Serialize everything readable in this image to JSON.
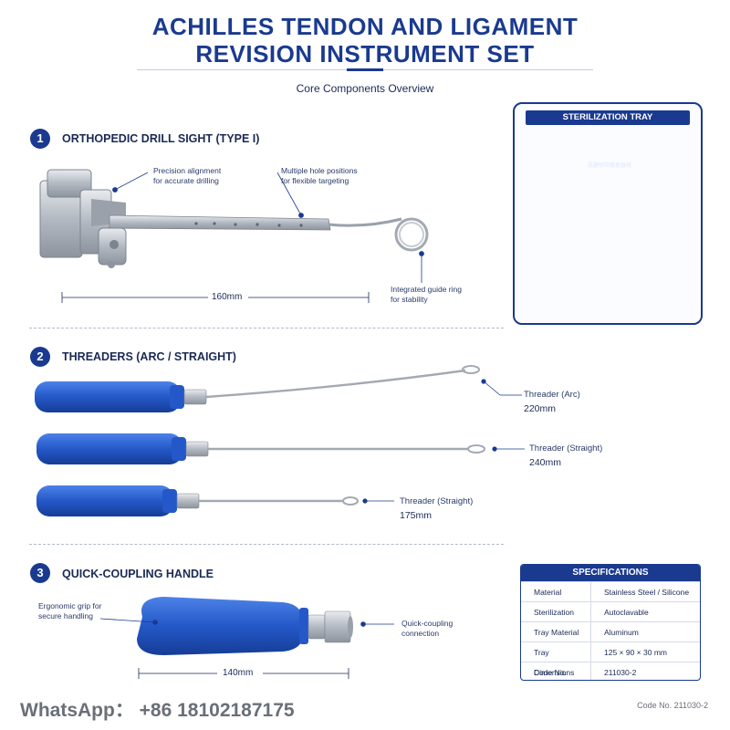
{
  "header": {
    "title_line1": "ACHILLES TENDON AND LIGAMENT",
    "title_line2": "REVISION INSTRUMENT SET",
    "subtitle": "Core Components Overview"
  },
  "sections": [
    {
      "number": "1",
      "title": "ORTHOPEDIC DRILL SIGHT (TYPE I)"
    },
    {
      "number": "2",
      "title": "THREADERS (ARC / STRAIGHT)"
    },
    {
      "number": "3",
      "title": "QUICK-COUPLING HANDLE"
    }
  ],
  "drill_sight": {
    "callout_alignment": "Precision alignment\nfor accurate drilling",
    "callout_holes": "Multiple hole positions\nfor flexible targeting",
    "callout_ring": "Integrated guide ring\nfor stability",
    "dimension": "160mm"
  },
  "threaders": [
    {
      "name": "Threader (Arc)",
      "length": "220mm"
    },
    {
      "name": "Threader (Straight)",
      "length": "240mm"
    },
    {
      "name": "Threader (Straight)",
      "length": "175mm"
    }
  ],
  "handle": {
    "callout_grip": "Ergonomic grip for\nsecure handling",
    "callout_coupling": "Quick-coupling\nconnection",
    "dimension": "140mm"
  },
  "tray": {
    "header": "STERILIZATION TRAY",
    "lid_text": "肌腱韧带修复器械"
  },
  "specs": {
    "header": "SPECIFICATIONS",
    "rows": [
      {
        "key": "Material",
        "value": "Stainless Steel / Silicone"
      },
      {
        "key": "Sterilization",
        "value": "Autoclavable"
      },
      {
        "key": "Tray Material",
        "value": "Aluminum"
      },
      {
        "key": "Tray Dimensions",
        "value": "125 × 90 × 30 mm"
      },
      {
        "key": "Code No.",
        "value": "211030-2"
      }
    ]
  },
  "footer": {
    "whatsapp": "WhatsApp： +86 18102187175",
    "code": "Code No. 211030-2"
  },
  "colors": {
    "brand_blue": "#1a3a8f",
    "handle_blue": "#2458c8",
    "steel": "#b9bec6"
  }
}
